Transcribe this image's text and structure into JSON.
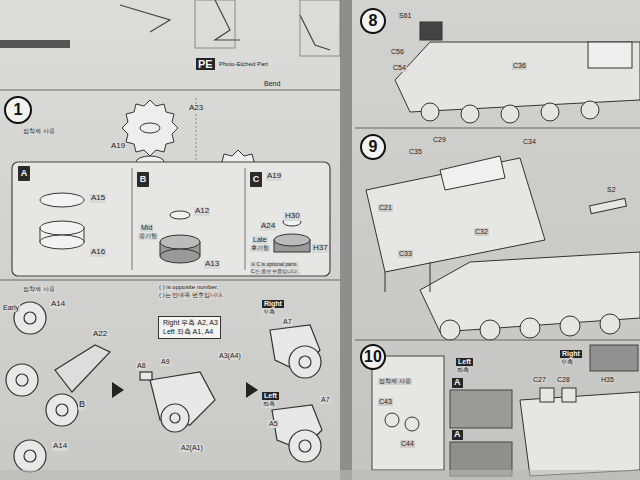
{
  "diagram": {
    "nodes": [
      {
        "text": [
          "1"
        ]
      },
      {
        "text": [
          "A"
        ]
      },
      {
        "text": [
          "B"
        ]
      },
      {
        "text": [
          "C"
        ]
      },
      {
        "text": [
          "Right 우측 A2, A3",
          "Left 좌측 A1, A4"
        ]
      },
      {
        "text": [
          "8"
        ]
      },
      {
        "text": [
          "9"
        ]
      },
      {
        "text": [
          "10"
        ]
      }
    ],
    "labels": [
      "PE",
      "Photo-Etched Part",
      "Bend",
      "접착제 사용",
      "A23",
      "A19",
      "A19",
      "A24",
      "A15",
      "A16",
      "A12",
      "Mid",
      "중기형",
      "A13",
      "H30",
      "Late",
      "후기형",
      "H37",
      "※ C is optional parts.",
      "C는 옵션 부품입니다.",
      "( ) is opposite number.",
      "( )는 반대쪽 번호입니다.",
      "접착제 사용",
      "Early",
      "A14",
      "A22",
      "B",
      "A14",
      "A8",
      "A9",
      "A3(A4)",
      "A2(A1)",
      "Right",
      "우측",
      "A7",
      "Left",
      "좌측",
      "A5",
      "A7",
      "S61",
      "C56",
      "C54",
      "C36",
      "C21",
      "C35",
      "C29",
      "C34",
      "C32",
      "C33",
      "S2",
      "C43",
      "C44",
      "Left",
      "좌측",
      "A",
      "A",
      "Right",
      "우측",
      "C27",
      "C28",
      "H35",
      "접착제 사용"
    ]
  }
}
